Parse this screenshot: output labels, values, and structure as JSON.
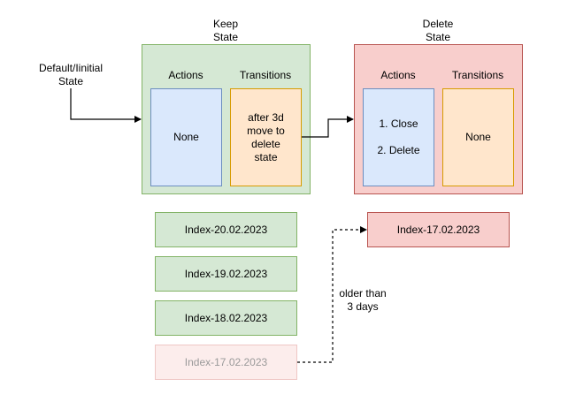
{
  "initial_state": {
    "label_line1": "Default/Iinitial",
    "label_line2": "State"
  },
  "keep_state": {
    "title_line1": "Keep",
    "title_line2": "State",
    "actions_header": "Actions",
    "transitions_header": "Transitions",
    "actions_text": "None",
    "transitions_lines": [
      "after 3d",
      "move to",
      "delete",
      "state"
    ]
  },
  "delete_state": {
    "title_line1": "Delete",
    "title_line2": "State",
    "actions_header": "Actions",
    "transitions_header": "Transitions",
    "actions_lines": [
      "1. Close",
      "2. Delete"
    ],
    "transitions_text": "None"
  },
  "indices_keep": [
    "Index-20.02.2023",
    "Index-19.02.2023",
    "Index-18.02.2023"
  ],
  "index_faded": "Index-17.02.2023",
  "index_deleted": "Index-17.02.2023",
  "move_label_line1": "older than",
  "move_label_line2": "3 days",
  "colors": {
    "green_fill": "#d5e8d4",
    "green_stroke": "#82b366",
    "red_fill": "#f8cecc",
    "red_stroke": "#b85450",
    "blue_fill": "#dae8fc",
    "blue_stroke": "#6c8ebf",
    "orange_fill": "#ffe6cc",
    "orange_stroke": "#d79b00"
  }
}
